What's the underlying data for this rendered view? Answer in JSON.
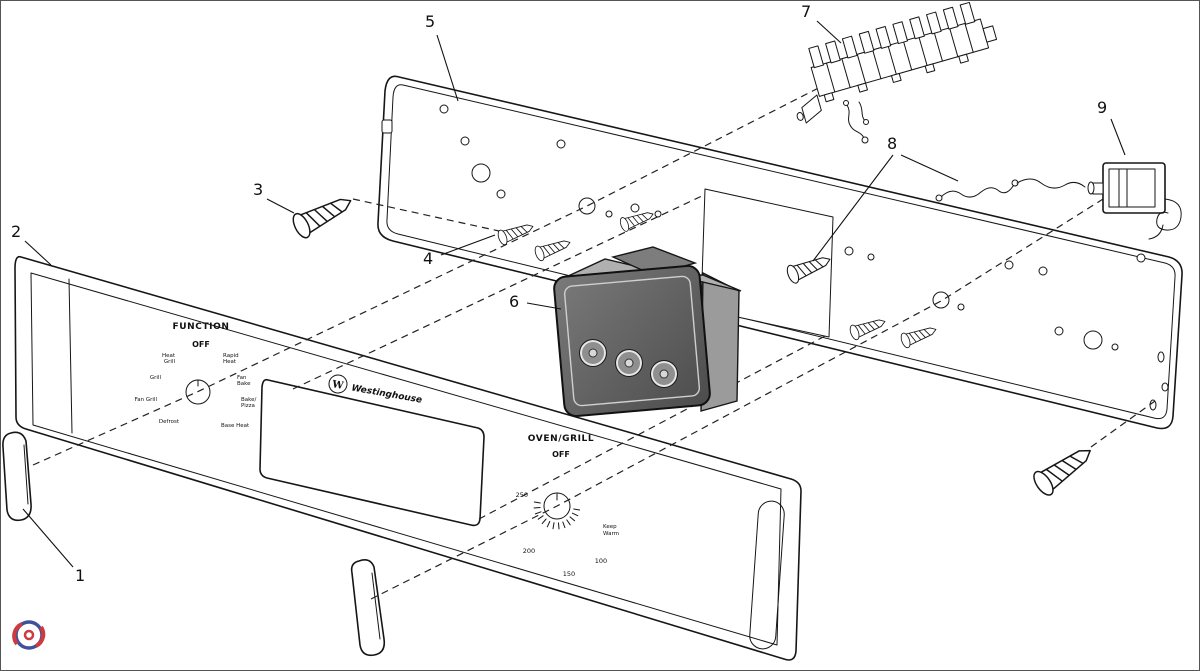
{
  "diagram": {
    "type": "exploded-parts-diagram",
    "subject": "oven-grill-control-panel",
    "callouts": {
      "c1": "1",
      "c2": "2",
      "c3": "3",
      "c4": "4",
      "c5": "5",
      "c6": "6",
      "c7": "7",
      "c8": "8",
      "c9": "9"
    }
  },
  "fascia": {
    "function_title": "FUNCTION",
    "function_off": "OFF",
    "labels": {
      "heat_1": "Heat",
      "heat_2": "Grill",
      "rapid_1": "Rapid",
      "rapid_2": "Heat",
      "grill": "Grill",
      "fanbake_1": "Fan",
      "fanbake_2": "Bake",
      "fangrill": "Fan Grill",
      "bakepizza_1": "Bake/",
      "bakepizza_2": "Pizza",
      "defrost": "Defrost",
      "baseheat": "Base Heat"
    },
    "brand_initial": "W",
    "brand": "Westinghouse",
    "oven_title": "OVEN/GRILL",
    "oven_off": "OFF",
    "temps": {
      "t250": "250",
      "t200": "200",
      "t150": "150",
      "t100": "100",
      "keep": "Keep",
      "warm": "Warm"
    }
  },
  "colors": {
    "line": "#161616",
    "module_dark": "#5a5a5a",
    "module_mid": "#9b9b9b",
    "watermark_blue": "#2b3f90",
    "watermark_red": "#c8252c"
  }
}
